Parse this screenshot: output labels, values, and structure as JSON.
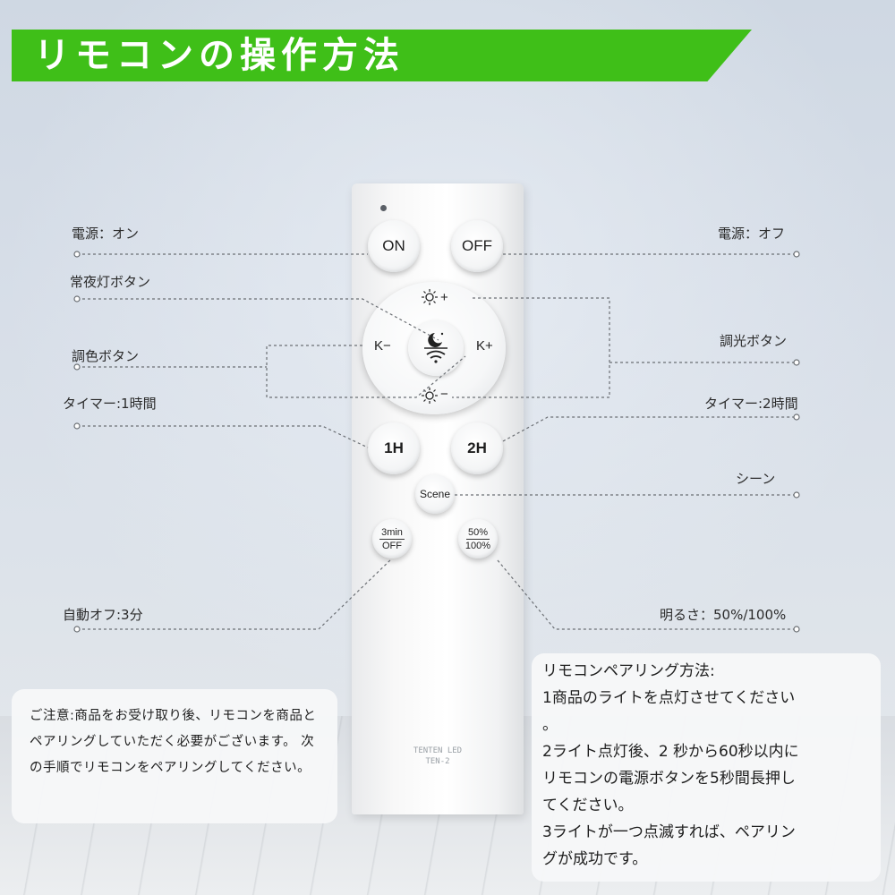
{
  "title": "リモコンの操作方法",
  "remote": {
    "on_label": "ON",
    "off_label": "OFF",
    "dial": {
      "bright_up": "+",
      "bright_down": "−",
      "color_minus": "K−",
      "color_plus": "K+"
    },
    "timer_1h": "1H",
    "timer_2h": "2H",
    "scene": "Scene",
    "auto_off_top": "3min",
    "auto_off_bottom": "OFF",
    "brightness_top": "50%",
    "brightness_bottom": "100%",
    "brand_line1": "TENTEN LED",
    "brand_line2": "TEN-2"
  },
  "labels": {
    "power_on": "電源：オン",
    "power_off": "電源：オフ",
    "night_light": "常夜灯ボタン",
    "dimming": "調光ボタン",
    "color_tone": "調色ボタン",
    "timer_1h": "タイマー:1時間",
    "timer_2h": "タイマー:2時間",
    "scene": "シーン",
    "auto_off": "自動オフ:3分",
    "brightness": "明るさ：50%/100%"
  },
  "notice": {
    "text": "ご注意:商品をお受け取り後、リモコンを商品とペアリングしていただく必要がございます。 次の手順でリモコンをペアリングしてください。"
  },
  "pairing": {
    "lines": [
      "リモコンペアリング方法:",
      "1商品のライトを点灯させてください",
      "。",
      "2ライト点灯後、2 秒から60秒以内に",
      "リモコンの電源ボタンを5秒間長押し",
      "てください。",
      "3ライトが一つ点滅すれば、ペアリン",
      "グが成功です。"
    ]
  },
  "colors": {
    "banner": "#3fbf18",
    "title_text": "#ffffff",
    "label_text": "#2b2b2b",
    "guide_line": "#6b6f74"
  }
}
